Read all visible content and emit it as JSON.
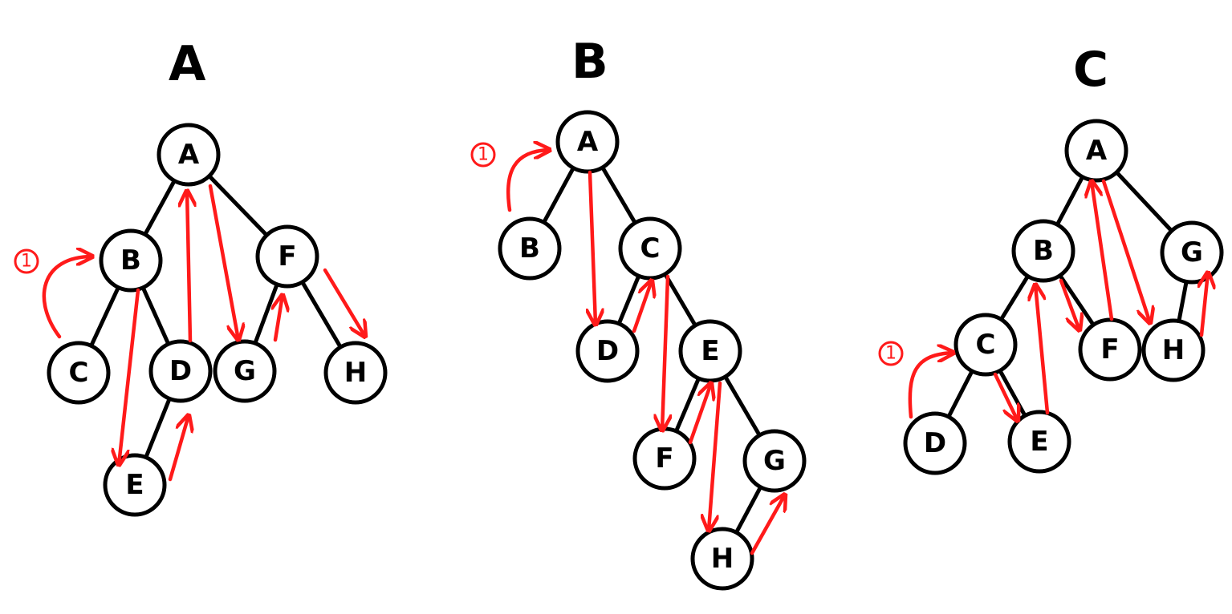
{
  "trees": [
    {
      "title": "A",
      "step_marker": "1",
      "nodes": [
        "A",
        "B",
        "F",
        "C",
        "D",
        "G",
        "H",
        "E"
      ]
    },
    {
      "title": "B",
      "step_marker": "1",
      "nodes": [
        "A",
        "B",
        "C",
        "D",
        "E",
        "F",
        "G",
        "H"
      ]
    },
    {
      "title": "C",
      "step_marker": "1",
      "nodes": [
        "A",
        "B",
        "G",
        "C",
        "F",
        "H",
        "D",
        "E"
      ]
    }
  ],
  "colors": {
    "arrow": "#ff1a1a",
    "edge": "#000000"
  }
}
